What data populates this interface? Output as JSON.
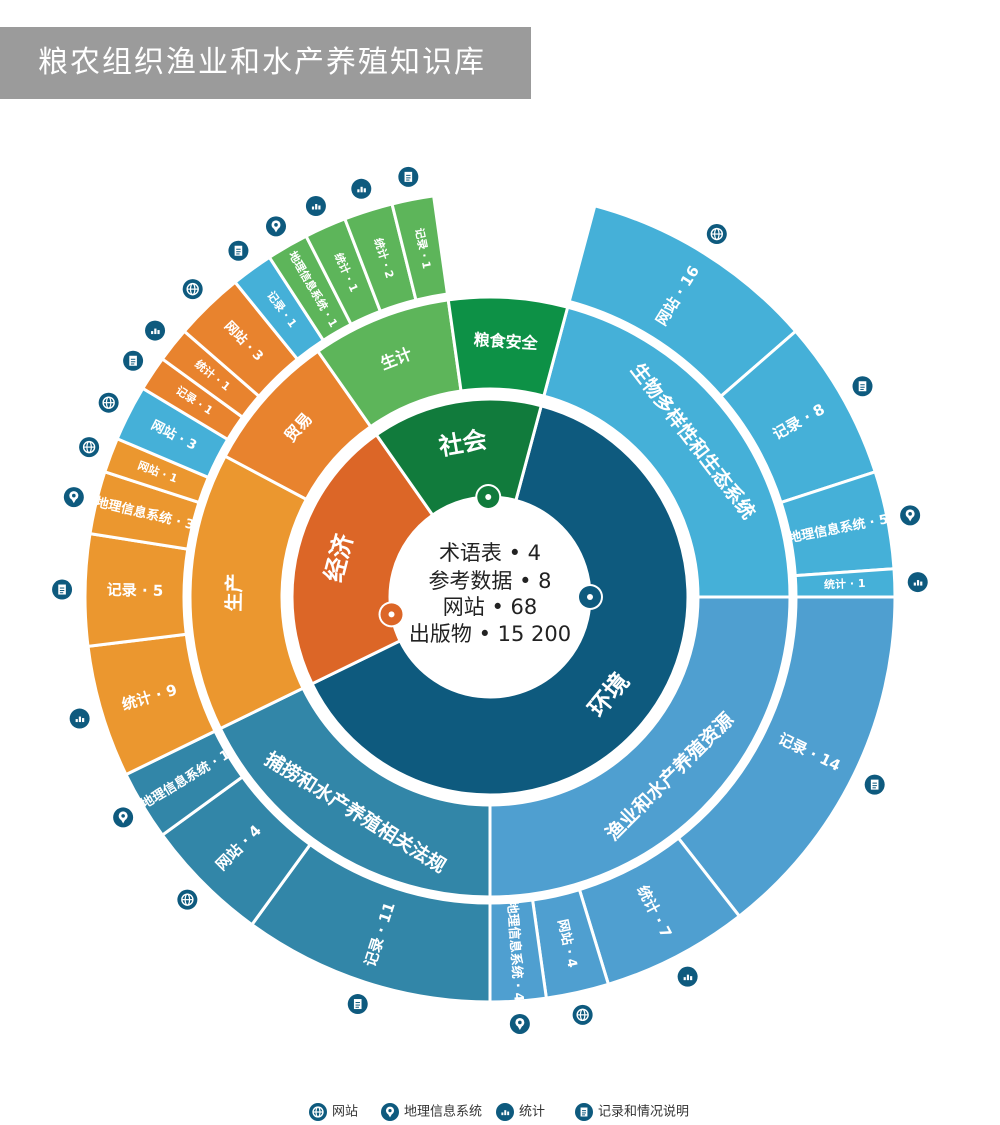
{
  "title": "粮农组织渔业和水产养殖知识库",
  "center": {
    "lines": [
      "术语表 • 4",
      "参考数据 • 8",
      "网站  • 68",
      "出版物  • 15 200"
    ]
  },
  "colors": {
    "env_dark": "#0e5a7e",
    "econ_dark": "#dc6627",
    "soc_dark": "#117b3c",
    "bio": "#45b0d8",
    "fish": "#4f9fd0",
    "law": "#3286a8",
    "trade": "#e8832e",
    "prod": "#eb972f",
    "farm": "#5db55a",
    "food": "#0d9146"
  },
  "inner": [
    {
      "label": "环境",
      "icon": "fish-icon",
      "start": 15,
      "end": 244
    },
    {
      "label": "经济",
      "icon": "chart-icon",
      "start": 244,
      "end": 325
    },
    {
      "label": "社会",
      "icon": "family-icon",
      "start": 325,
      "end": 375
    }
  ],
  "middle": [
    {
      "label": "生物多样性和生态系统",
      "parent": "环境",
      "start": 15,
      "end": 90
    },
    {
      "label": "渔业和水产养殖资源",
      "parent": "环境",
      "start": 90,
      "end": 180
    },
    {
      "label": "捕捞和水产养殖相关法规",
      "parent": "环境",
      "start": 180,
      "end": 244
    },
    {
      "label": "生产",
      "parent": "经济",
      "start": 244,
      "end": 298
    },
    {
      "label": "贸易",
      "parent": "经济",
      "start": 298,
      "end": 325
    },
    {
      "label": "生计",
      "parent": "社会",
      "start": 325,
      "end": 352
    },
    {
      "label": "粮食安全",
      "parent": "社会",
      "start": 352,
      "end": 375
    }
  ],
  "outer": [
    {
      "label": "网站 · 16",
      "icon": "globe-icon",
      "start": 15,
      "end": 49
    },
    {
      "label": "记录 · 8",
      "icon": "document-icon",
      "start": 49,
      "end": 72
    },
    {
      "label": "地理信息系统 · 5",
      "icon": "pin-icon",
      "start": 72,
      "end": 86
    },
    {
      "label": "统计 · 1",
      "icon": "bar-chart-icon",
      "start": 86,
      "end": 90
    },
    {
      "label": "记录 · 14",
      "icon": "document-icon",
      "start": 90,
      "end": 142
    },
    {
      "label": "统计 · 7",
      "icon": "bar-chart-icon",
      "start": 142,
      "end": 163
    },
    {
      "label": "网站 · 4",
      "icon": "globe-icon",
      "start": 163,
      "end": 172
    },
    {
      "label": "地理信息系统 · 4",
      "icon": "pin-icon",
      "start": 172,
      "end": 180
    },
    {
      "label": "记录 · 11",
      "icon": "document-icon",
      "start": 180,
      "end": 216
    },
    {
      "label": "网站 · 4",
      "icon": "globe-icon",
      "start": 216,
      "end": 234
    },
    {
      "label": "地理信息系统 · 1",
      "icon": "pin-icon",
      "start": 234,
      "end": 244
    },
    {
      "label": "统计 · 9",
      "icon": "bar-chart-icon",
      "start": 244,
      "end": 263
    },
    {
      "label": "记录 · 5",
      "icon": "document-icon",
      "start": 263,
      "end": 279
    },
    {
      "label": "地理信息系统 · 3",
      "icon": "pin-icon",
      "start": 279,
      "end": 288
    },
    {
      "label": "网站 · 1",
      "icon": "globe-icon",
      "start": 288,
      "end": 293
    },
    {
      "label": "网站 · 3",
      "icon": "globe-icon",
      "start": 293,
      "end": 301
    },
    {
      "label": "记录 · 1",
      "icon": "document-icon",
      "start": 301,
      "end": 306
    },
    {
      "label": "统计 · 1",
      "icon": "bar-chart-icon",
      "start": 306,
      "end": 311
    },
    {
      "label": "网站 · 3",
      "icon": "globe-icon",
      "start": 311,
      "end": 321
    },
    {
      "label": "记录 · 1",
      "icon": "document-icon",
      "start": 321,
      "end": 327
    },
    {
      "label": "地理信息系统 · 1",
      "icon": "pin-icon",
      "start": 327,
      "end": 333
    },
    {
      "label": "统计 · 1",
      "icon": "bar-chart-icon",
      "start": 333,
      "end": 339
    },
    {
      "label": "统计 · 2",
      "icon": "bar-chart-icon",
      "start": 339,
      "end": 346
    },
    {
      "label": "记录 · 1",
      "icon": "document-icon",
      "start": 346,
      "end": 352
    }
  ],
  "legend": [
    {
      "icon": "globe-icon",
      "label": "网站"
    },
    {
      "icon": "pin-icon",
      "label": "地理信息系统"
    },
    {
      "icon": "bar-chart-icon",
      "label": "统计"
    },
    {
      "icon": "document-icon",
      "label": "记录和情况说明"
    }
  ]
}
